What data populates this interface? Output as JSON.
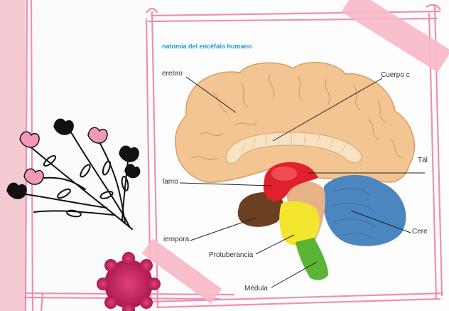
{
  "diagram": {
    "title": "natomía del encéfalo humano",
    "labels": {
      "cerebro": "erebro",
      "cuerpo_calloso": "Cuerpo c",
      "talamo_right": "Tál",
      "talamo_left": "lamo",
      "temporal": "iempora",
      "protuberancia": "Protuberancia",
      "cerebelo": "Cere",
      "medula": "Médula"
    }
  },
  "colors": {
    "background": "#f4cbd3",
    "paper": "#ffffff",
    "frame": "#f08fb0",
    "tape": "#f7b9c8",
    "title": "#1f9bd7",
    "cerebrum": "#f2c592",
    "cerebrum_outline": "#d79d68",
    "thalamus": "#e0202e",
    "temporal": "#6b3f22",
    "pons": "#f3e42d",
    "medulla": "#5ab534",
    "cerebellum": "#4c86c0",
    "flower_badge": "#c8205a"
  },
  "icons": [
    "flower-sprig-icon",
    "flower-badge-icon"
  ]
}
